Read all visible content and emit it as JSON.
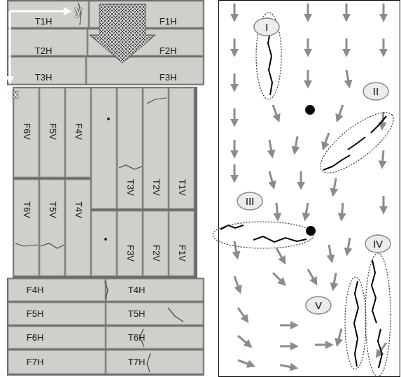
{
  "diagram": {
    "nodes": [
      {
        "text": [
          "I"
        ]
      },
      {
        "text": [
          "II"
        ]
      },
      {
        "text": [
          "III"
        ]
      },
      {
        "text": [
          "IV"
        ]
      },
      {
        "text": [
          "V"
        ]
      }
    ],
    "labels": [
      "y",
      "x",
      "T1H",
      "F1H",
      "T2H",
      "F2H",
      "T3H",
      "F3H",
      "F6V",
      "F5V",
      "F4V",
      "T3V",
      "T2V",
      "T1V",
      "T6V",
      "T5V",
      "T4V",
      "F3V",
      "F2V",
      "F1V",
      "F4H",
      "T4H",
      "F5H",
      "T5H",
      "F6H",
      "T6H",
      "F7H",
      "T7H"
    ]
  }
}
